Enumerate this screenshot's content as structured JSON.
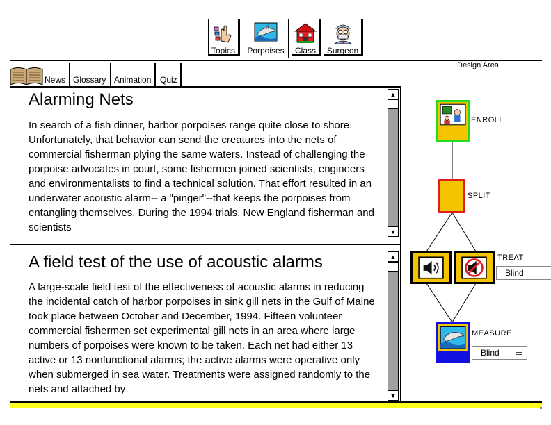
{
  "toolbar": {
    "topics": "Topics",
    "porpoises": "Porpoises",
    "class": "Class",
    "surgeon": "Surgeon"
  },
  "doc_tabs": {
    "news": "News",
    "glossary": "Glossary",
    "animation": "Animation",
    "quiz": "Quiz"
  },
  "article1": {
    "title": "Alarming Nets",
    "body": "In search of a fish dinner, harbor porpoises range quite close to shore. Unfortunately, that behavior can send the creatures into the nets of commercial fisherman plying the same waters. Instead of challenging the porpoise advocates in court, some fishermen joined scientists, engineers and environmentalists to find a technical solution. That effort resulted in an underwater acoustic alarm-- a \"pinger\"--that keeps the porpoises from entangling themselves. During the 1994 trials, New England fisherman and scientists"
  },
  "article2": {
    "title": "A field test of the use of acoustic alarms",
    "body": "A large-scale field test of the effectiveness of acoustic alarms in reducing the incidental catch of harbor porpoises in sink gill nets in the Gulf of Maine took place between October and December, 1994. Fifteen volunteer commercial fishermen set experimental gill nets in an area where large numbers of porpoises were known to be taken. Each net had either 13 active or 13 nonfunctional alarms; the active alarms were operative only when submerged in sea water. Treatments were assigned randomly to the nets and attached by"
  },
  "design_area": {
    "title": "Design Area",
    "enroll": "ENROLL",
    "split": "SPLIT",
    "treat": "TREAT",
    "measure": "MEASURE",
    "treat_blind": "Blind",
    "measure_blind": "Blind"
  },
  "colors": {
    "enroll_border": "#22dd22",
    "box_fill": "#f5c400",
    "split_border": "#e02020",
    "measure_fill": "#1010e0",
    "status_bar": "#ffff22"
  }
}
